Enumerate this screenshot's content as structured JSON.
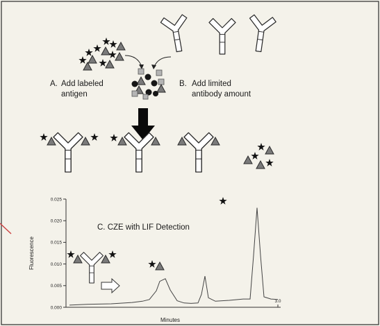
{
  "steps": {
    "a": {
      "letter": "A.",
      "line1": "Add labeled",
      "line2": "antigen"
    },
    "b": {
      "letter": "B.",
      "line1": "Add limited",
      "line2": "antibody amount"
    },
    "c": {
      "label": "C.  CZE with LIF Detection"
    }
  },
  "chart_data": {
    "type": "line",
    "xlabel": "Minutes",
    "ylabel": "Fluorescence",
    "x_tick_labels": [
      "3.0"
    ],
    "y_tick_labels": [
      "0.000",
      "0.005",
      "0.010",
      "0.015",
      "0.020",
      "0.025"
    ],
    "ylim": [
      0,
      0.025
    ],
    "series": [
      {
        "x": [
          0.0,
          0.3,
          0.6,
          0.9,
          1.05,
          1.15,
          1.25,
          1.3,
          1.38,
          1.45,
          1.55,
          1.65,
          1.75,
          1.85,
          1.9,
          1.95,
          2.0,
          2.1,
          2.3,
          2.5,
          2.6,
          2.65,
          2.7,
          2.75,
          2.8,
          2.9,
          3.0
        ],
        "y": [
          0.0005,
          0.0007,
          0.0008,
          0.0011,
          0.0014,
          0.0018,
          0.0038,
          0.006,
          0.0066,
          0.004,
          0.0015,
          0.001,
          0.0009,
          0.001,
          0.003,
          0.0072,
          0.0022,
          0.0014,
          0.0016,
          0.0019,
          0.0019,
          0.012,
          0.023,
          0.012,
          0.0024,
          0.0019,
          0.0018
        ]
      }
    ]
  }
}
